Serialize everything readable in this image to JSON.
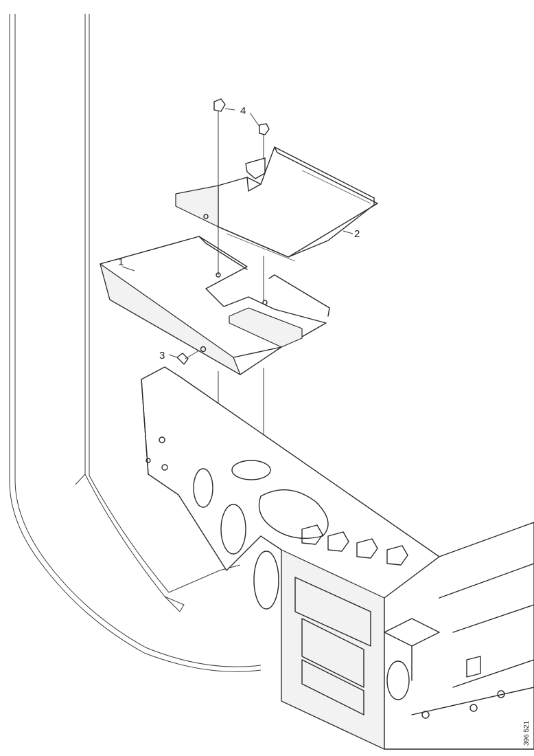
{
  "callouts": {
    "part1": "1",
    "part2": "2",
    "part3": "3",
    "part4": "4"
  },
  "reference_code": "396 521"
}
